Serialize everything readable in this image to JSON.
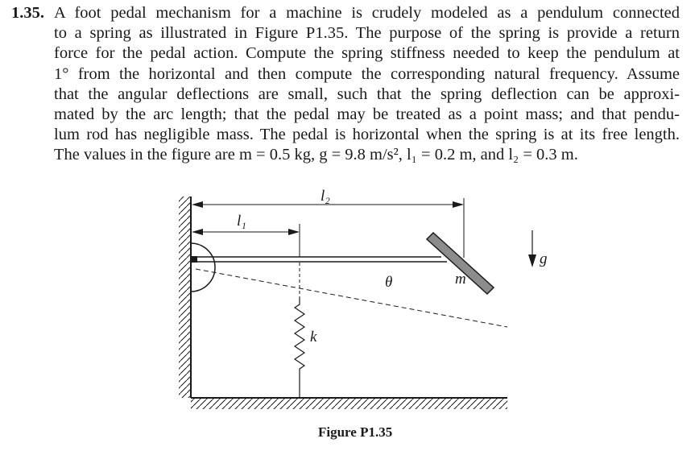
{
  "problem": {
    "number": "1.35.",
    "lines": [
      "A foot pedal mechanism for a machine is crudely modeled as a pendulum connected",
      "to a spring as illustrated in Figure P1.35. The purpose of the spring is provide a return",
      "force for the pedal action. Compute the spring stiffness needed to keep the pendulum at",
      "1° from the horizontal and then compute the corresponding natural frequency. Assume",
      "that the angular deflections are small, such that the spring deflection can be approxi-",
      "mated by the arc length; that the pedal may be treated as a point mass; and that pendu-",
      "lum rod has negligible mass. The pedal is horizontal when the spring is at its free length.",
      "The values in the figure are m = 0.5 kg, g = 9.8 m/s², l₁ = 0.2 m, and l₂ = 0.3 m."
    ]
  },
  "figure": {
    "label_l2": "l₂",
    "label_l1": "l₁",
    "label_g": "g",
    "label_m": "m",
    "label_theta": "θ",
    "label_k": "k",
    "caption": "Figure P1.35"
  }
}
